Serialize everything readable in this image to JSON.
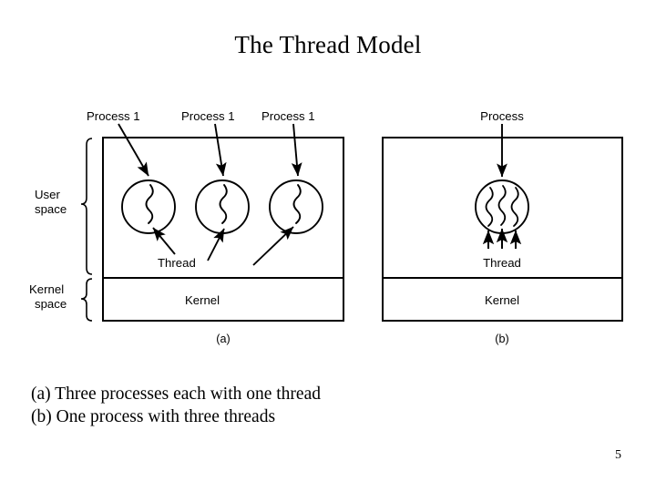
{
  "slide": {
    "title": "The Thread Model",
    "page_number": "5",
    "background_color": "#ffffff",
    "ink_color": "#000000"
  },
  "caption": {
    "lines": [
      "(a) Three processes each with one thread",
      "(b) One process with three threads"
    ]
  },
  "figure": {
    "left_labels": {
      "user_space_line1": "User",
      "user_space_line2": "space",
      "kernel_space_line1": "Kernel",
      "kernel_space_line2": "space"
    },
    "diagram_a": {
      "sub_label": "(a)",
      "process_labels": [
        "Process 1",
        "Process 1",
        "Process 1"
      ],
      "thread_label": "Thread",
      "kernel_label": "Kernel",
      "thread_count_per_process": 1,
      "process_count": 3
    },
    "diagram_b": {
      "sub_label": "(b)",
      "process_labels": [
        "Process"
      ],
      "thread_label": "Thread",
      "kernel_label": "Kernel",
      "thread_count_per_process": 3,
      "process_count": 1
    }
  }
}
